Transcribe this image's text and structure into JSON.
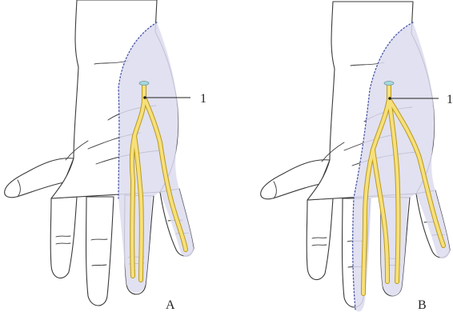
{
  "panels": [
    {
      "letter": "A",
      "callout": "1"
    },
    {
      "letter": "B",
      "callout": "1"
    }
  ],
  "colors": {
    "territory": "#dcdcef",
    "boundary": "#4a55a8",
    "nerve": "#f7e07a",
    "nerve_edge": "#b99a1d",
    "outline": "#3a3a3a"
  }
}
